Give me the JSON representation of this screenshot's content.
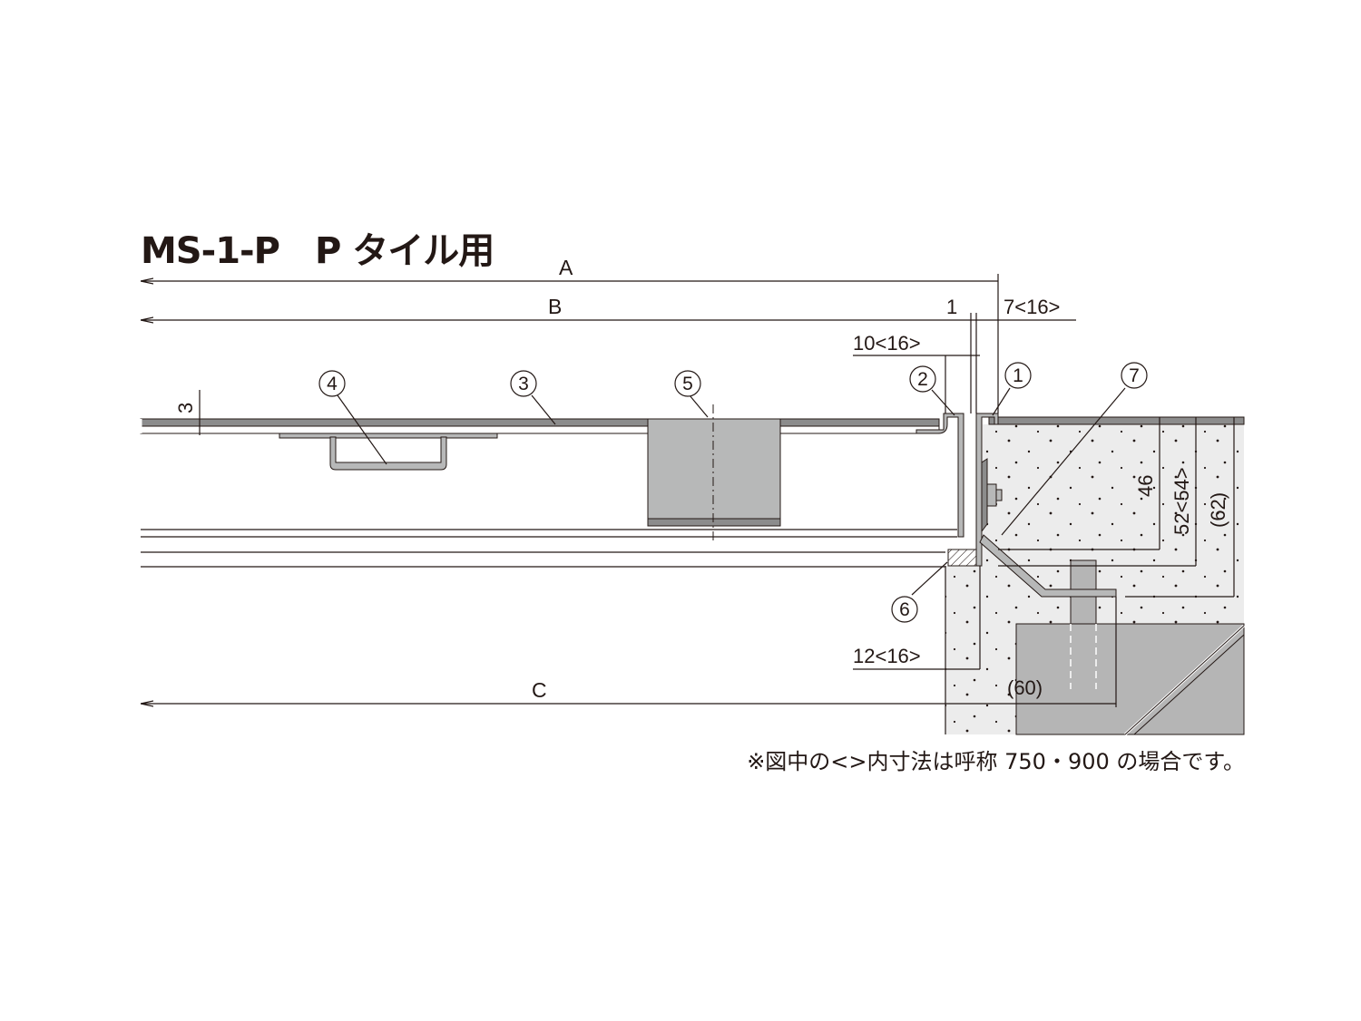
{
  "title": "MS-1-P　P タイル用",
  "dimensions": {
    "A": "A",
    "B": "B",
    "C": "C",
    "one": "1",
    "seven_16": "7<16>",
    "ten_16": "10<16>",
    "three": "3",
    "forty_six": "46",
    "fifty_two_54": "52<54>",
    "sixty_two": "(62)",
    "twelve_16": "12<16>",
    "sixty": "(60)"
  },
  "callouts": [
    "1",
    "2",
    "3",
    "4",
    "5",
    "6",
    "7"
  ],
  "note": "※図中の<>内寸法は呼称 750・900 の場合です。",
  "colors": {
    "ink": "#231815",
    "steel": "#b7b8b8",
    "plate": "#8c8c8c",
    "concrete": "#ededed",
    "block": "#b5b5b5"
  }
}
